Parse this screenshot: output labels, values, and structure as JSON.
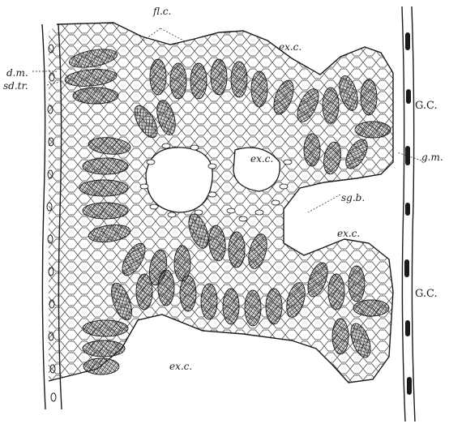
{
  "figure": {
    "labels": {
      "fl_c": "fl.c.",
      "ex_c_top": "ex.c.",
      "d_m": "d.m.",
      "sd_tr": "sd.tr.",
      "gc_top": "G.C.",
      "ex_c_mid": "ex.c.",
      "g_m": "g.m.",
      "sg_b": "sg.b.",
      "ex_c_right": "ex.c.",
      "gc_bottom": "G.C.",
      "ex_c_bottom": "ex.c."
    },
    "colors": {
      "ink": "#1a1a1a",
      "paper": "#ffffff",
      "hatch": "#2b2b2b"
    }
  }
}
